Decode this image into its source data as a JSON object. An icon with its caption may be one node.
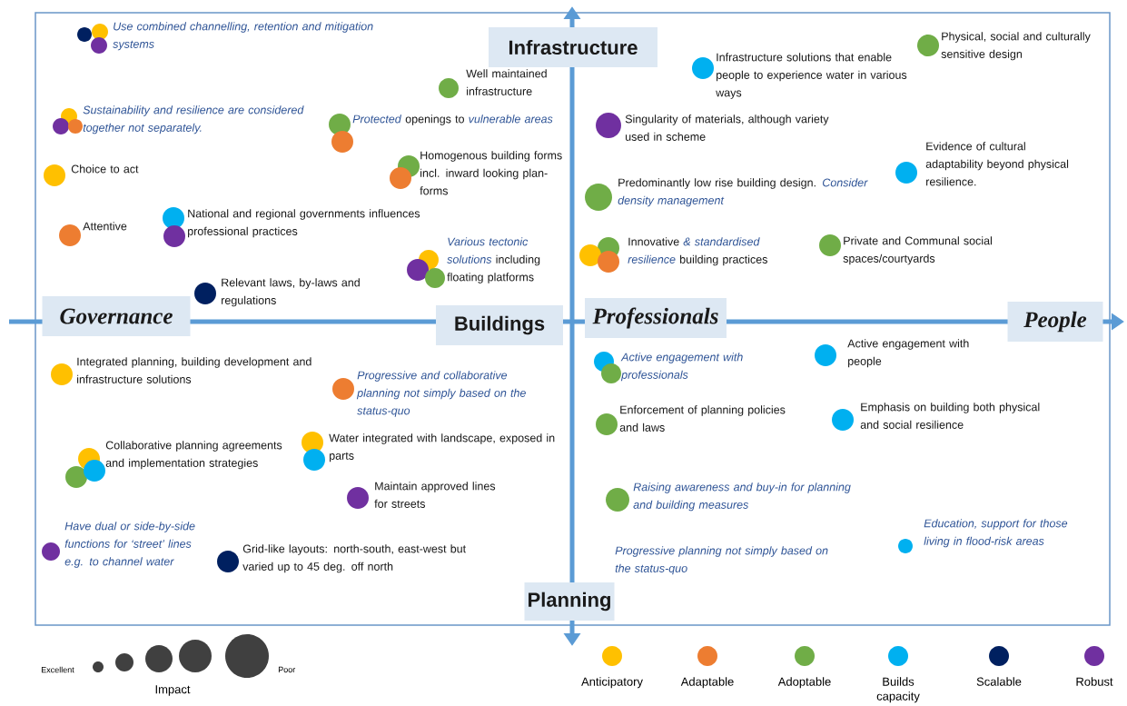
{
  "diagram": {
    "nodes": [
      {
        "text": [
          "Infrastructure"
        ]
      },
      {
        "text": [
          "Governance"
        ]
      },
      {
        "text": [
          "Buildings"
        ]
      },
      {
        "text": [
          "Professionals"
        ]
      },
      {
        "text": [
          "People"
        ]
      },
      {
        "text": [
          "Planning"
        ]
      }
    ],
    "labels": [
      "Use combined channelling, retention and mitigation systems",
      "Well maintained infrastructure",
      "Sustainability and resilience are considered together not separately.",
      "*Protected* openings to *vulnerable areas*",
      "Choice to act",
      "Homogenous building forms incl. inward looking plan-forms",
      "Attentive",
      "National and regional governments influences professional practices",
      "*Various tectonic solutions* including floating platforms",
      "Relevant laws, by-laws and regulations",
      "Physical, social and culturally sensitive design",
      "Infrastructure solutions that enable people to experience water in various ways",
      "Singularity of materials, although variety used in scheme",
      "Evidence of cultural adaptability beyond physical resilience.",
      "Predominantly low rise building design. *Consider density management*",
      "Innovative *& standardised resilience* building practices",
      "Private and Communal social spaces/courtyards",
      "Integrated planning, building development and infrastructure solutions",
      "Progressive and collaborative planning not simply based on the status-quo",
      "Collaborative planning agreements and implementation strategies",
      "Water integrated with landscape, exposed in parts",
      "Maintain approved lines for streets",
      "Have dual or side-by-side functions for ‘street’ lines e.g. to channel water",
      "Grid-like layouts: north-south, east-west but varied up to 45 deg. off north",
      "Active engagement with professionals",
      "Active engagement with people",
      "Enforcement of planning policies and laws",
      "Emphasis on building both physical and social resilience",
      "Raising awareness and buy-in for planning and building measures",
      "Progressive planning not simply based on the status-quo",
      "Education, support for those living in flood-risk areas",
      "Excellent",
      "Poor",
      "Impact"
    ],
    "legend": [
      {
        "text": "Anticipatory",
        "color": "#ffc000"
      },
      {
        "text": "Adaptable",
        "color": "#ed7d31"
      },
      {
        "text": "Adoptable",
        "color": "#70ad47"
      },
      {
        "text": "Builds capacity",
        "color": "#00b0f0"
      },
      {
        "text": "Scalable",
        "color": "#002060"
      },
      {
        "text": "Robust",
        "color": "#7030a0"
      }
    ]
  }
}
